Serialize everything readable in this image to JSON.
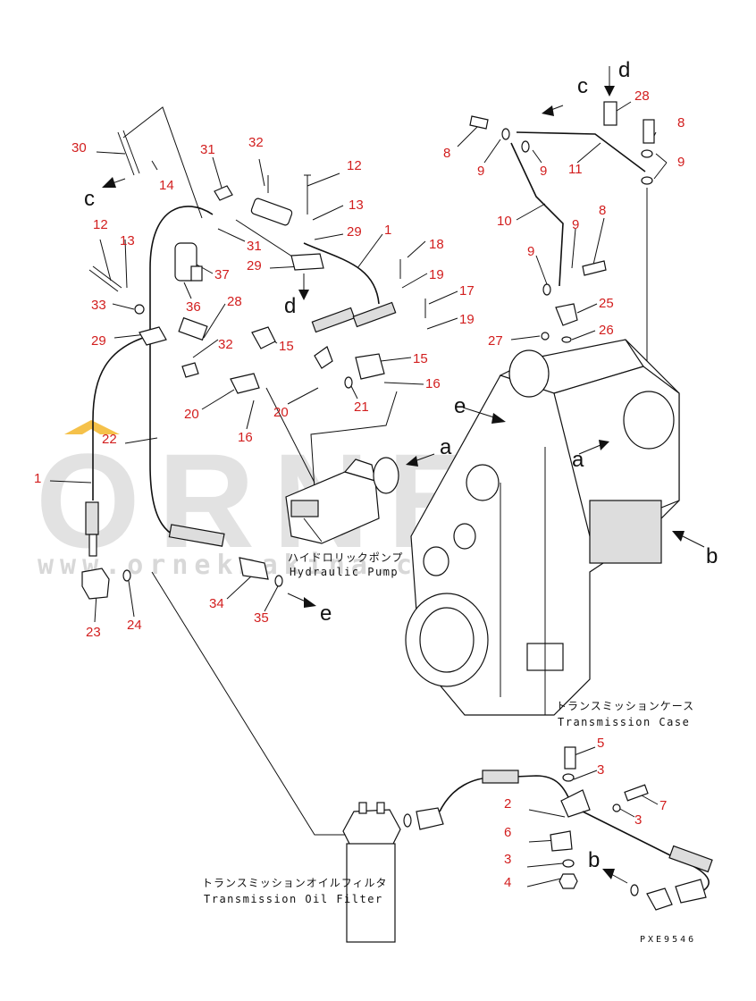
{
  "watermark": {
    "brand": "ORNEK",
    "url": "www.ornekmakina.com.tr",
    "accent_color": "#f5c14a"
  },
  "captions": {
    "hydraulic_pump_jp": "ハイドロリックポンプ",
    "hydraulic_pump_en": "Hydraulic Pump",
    "transmission_case_jp": "トランスミッションケース",
    "transmission_case_en": "Transmission Case",
    "oil_filter_jp": "トランスミッションオイルフィルタ",
    "oil_filter_en": "Transmission Oil Filter",
    "drawing_code": "PXE9546"
  },
  "connection_letters": [
    {
      "id": "c-top",
      "text": "c"
    },
    {
      "id": "d-top",
      "text": "d"
    },
    {
      "id": "c-left",
      "text": "c"
    },
    {
      "id": "d-mid",
      "text": "d"
    },
    {
      "id": "e-case",
      "text": "e"
    },
    {
      "id": "a-pump",
      "text": "a"
    },
    {
      "id": "a-case",
      "text": "a"
    },
    {
      "id": "b-case",
      "text": "b"
    },
    {
      "id": "e-bottom",
      "text": "e"
    },
    {
      "id": "b-bottom",
      "text": "b"
    }
  ],
  "part_numbers": [
    {
      "id": "p30",
      "text": "30"
    },
    {
      "id": "p14",
      "text": "14"
    },
    {
      "id": "p31a",
      "text": "31"
    },
    {
      "id": "p32a",
      "text": "32"
    },
    {
      "id": "p12a",
      "text": "12"
    },
    {
      "id": "p13a",
      "text": "13"
    },
    {
      "id": "p29a",
      "text": "29"
    },
    {
      "id": "p1a",
      "text": "1"
    },
    {
      "id": "p31b",
      "text": "31"
    },
    {
      "id": "p29b",
      "text": "29"
    },
    {
      "id": "p37",
      "text": "37"
    },
    {
      "id": "p12b",
      "text": "12"
    },
    {
      "id": "p13b",
      "text": "13"
    },
    {
      "id": "p33",
      "text": "33"
    },
    {
      "id": "p36",
      "text": "36"
    },
    {
      "id": "p28a",
      "text": "28"
    },
    {
      "id": "p29c",
      "text": "29"
    },
    {
      "id": "p32b",
      "text": "32"
    },
    {
      "id": "p15a",
      "text": "15"
    },
    {
      "id": "p18",
      "text": "18"
    },
    {
      "id": "p19a",
      "text": "19"
    },
    {
      "id": "p17",
      "text": "17"
    },
    {
      "id": "p19b",
      "text": "19"
    },
    {
      "id": "p15b",
      "text": "15"
    },
    {
      "id": "p16a",
      "text": "16"
    },
    {
      "id": "p20a",
      "text": "20"
    },
    {
      "id": "p20b",
      "text": "20"
    },
    {
      "id": "p21",
      "text": "21"
    },
    {
      "id": "p16b",
      "text": "16"
    },
    {
      "id": "p22",
      "text": "22"
    },
    {
      "id": "p1b",
      "text": "1"
    },
    {
      "id": "p23",
      "text": "23"
    },
    {
      "id": "p24",
      "text": "24"
    },
    {
      "id": "p34",
      "text": "34"
    },
    {
      "id": "p35",
      "text": "35"
    },
    {
      "id": "p28b",
      "text": "28"
    },
    {
      "id": "p8a",
      "text": "8"
    },
    {
      "id": "p8b",
      "text": "8"
    },
    {
      "id": "p9a",
      "text": "9"
    },
    {
      "id": "p9b",
      "text": "9"
    },
    {
      "id": "p11",
      "text": "11"
    },
    {
      "id": "p9c",
      "text": "9"
    },
    {
      "id": "p10",
      "text": "10"
    },
    {
      "id": "p9d",
      "text": "9"
    },
    {
      "id": "p8c",
      "text": "8"
    },
    {
      "id": "p9e",
      "text": "9"
    },
    {
      "id": "p25",
      "text": "25"
    },
    {
      "id": "p26",
      "text": "26"
    },
    {
      "id": "p27",
      "text": "27"
    },
    {
      "id": "p5",
      "text": "5"
    },
    {
      "id": "p3a",
      "text": "3"
    },
    {
      "id": "p2",
      "text": "2"
    },
    {
      "id": "p6",
      "text": "6"
    },
    {
      "id": "p3b",
      "text": "3"
    },
    {
      "id": "p7",
      "text": "7"
    },
    {
      "id": "p3c",
      "text": "3"
    },
    {
      "id": "p4",
      "text": "4"
    }
  ]
}
